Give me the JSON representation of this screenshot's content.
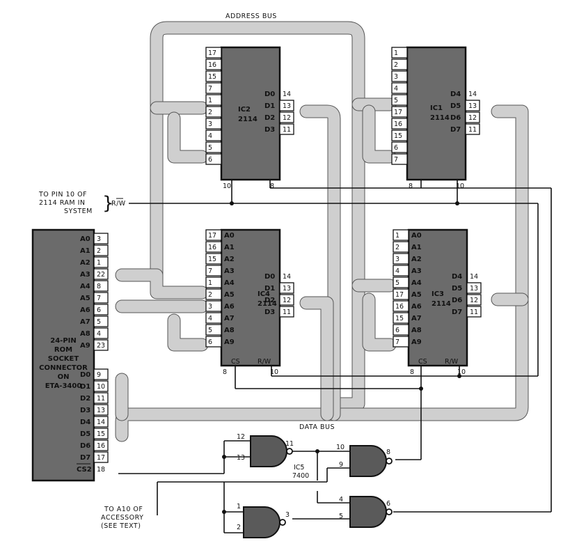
{
  "labels": {
    "address_bus": "ADDRESS BUS",
    "data_bus": "DATA BUS",
    "rw_note_1": "TO PIN 10 OF",
    "rw_note_2": "2114 RAM IN",
    "rw_note_3": "SYSTEM",
    "rw_signal": "R/W",
    "accessory_1": "TO A10 OF",
    "accessory_2": "ACCESSORY",
    "accessory_3": "(SEE TEXT)"
  },
  "connector": {
    "title": [
      "24-PIN",
      "ROM",
      "SOCKET",
      "CONNECTOR",
      "ON",
      "ETA-3400"
    ],
    "addr_pins": [
      {
        "sig": "A0",
        "num": "3"
      },
      {
        "sig": "A1",
        "num": "2"
      },
      {
        "sig": "A2",
        "num": "1"
      },
      {
        "sig": "A3",
        "num": "22"
      },
      {
        "sig": "A4",
        "num": "8"
      },
      {
        "sig": "A5",
        "num": "7"
      },
      {
        "sig": "A6",
        "num": "6"
      },
      {
        "sig": "A7",
        "num": "5"
      },
      {
        "sig": "A8",
        "num": "4"
      },
      {
        "sig": "A9",
        "num": "23"
      }
    ],
    "data_pins": [
      {
        "sig": "D0",
        "num": "9"
      },
      {
        "sig": "D1",
        "num": "10"
      },
      {
        "sig": "D2",
        "num": "11"
      },
      {
        "sig": "D3",
        "num": "13"
      },
      {
        "sig": "D4",
        "num": "14"
      },
      {
        "sig": "D5",
        "num": "15"
      },
      {
        "sig": "D6",
        "num": "16"
      },
      {
        "sig": "D7",
        "num": "17"
      }
    ],
    "cs_sig": "CS2",
    "cs_num": "18"
  },
  "chips": {
    "ic2": {
      "name": "IC2",
      "part": "2114",
      "addr_pins": [
        "17",
        "16",
        "15",
        "7",
        "1",
        "2",
        "3",
        "4",
        "5",
        "6"
      ],
      "data_sigs": [
        "D0",
        "D1",
        "D2",
        "D3"
      ],
      "data_pins": [
        "14",
        "13",
        "12",
        "11"
      ],
      "bottom": [
        "10",
        "8"
      ]
    },
    "ic1": {
      "name": "IC1",
      "part": "2114",
      "addr_pins": [
        "1",
        "2",
        "3",
        "4",
        "5",
        "17",
        "16",
        "15",
        "6",
        "7"
      ],
      "data_sigs": [
        "D4",
        "D5",
        "D6",
        "D7"
      ],
      "data_pins": [
        "14",
        "13",
        "12",
        "11"
      ],
      "bottom": [
        "8",
        "10"
      ]
    },
    "ic4": {
      "name": "IC4",
      "part": "2114",
      "addr_pins": [
        "17",
        "16",
        "15",
        "7",
        "1",
        "2",
        "3",
        "4",
        "5",
        "6"
      ],
      "addr_sigs": [
        "A0",
        "A1",
        "A2",
        "A3",
        "A4",
        "A5",
        "A6",
        "A7",
        "A8",
        "A9"
      ],
      "data_sigs": [
        "D0",
        "D1",
        "D2",
        "D3"
      ],
      "data_pins": [
        "14",
        "13",
        "12",
        "11"
      ],
      "bottom_sigs": [
        "CS",
        "R/W"
      ],
      "bottom": [
        "8",
        "10"
      ]
    },
    "ic3": {
      "name": "IC3",
      "part": "2114",
      "addr_pins": [
        "1",
        "2",
        "3",
        "4",
        "5",
        "17",
        "16",
        "15",
        "6",
        "7"
      ],
      "addr_sigs": [
        "A0",
        "A1",
        "A2",
        "A3",
        "A4",
        "A5",
        "A6",
        "A7",
        "A8",
        "A9"
      ],
      "data_sigs": [
        "D4",
        "D5",
        "D6",
        "D7"
      ],
      "data_pins": [
        "14",
        "13",
        "12",
        "11"
      ],
      "bottom_sigs": [
        "CS",
        "R/W"
      ],
      "bottom": [
        "8",
        "10"
      ]
    }
  },
  "gates": {
    "ic5_name": "IC5",
    "ic5_part": "7400",
    "g1": {
      "in_a": "12",
      "in_b": "13",
      "out": "11"
    },
    "g2": {
      "in_a": "10",
      "in_b": "9",
      "out": "8"
    },
    "g3": {
      "in_a": "1",
      "in_b": "2",
      "out": "3"
    },
    "g4": {
      "in_a": "4",
      "in_b": "5",
      "out": "6"
    }
  }
}
